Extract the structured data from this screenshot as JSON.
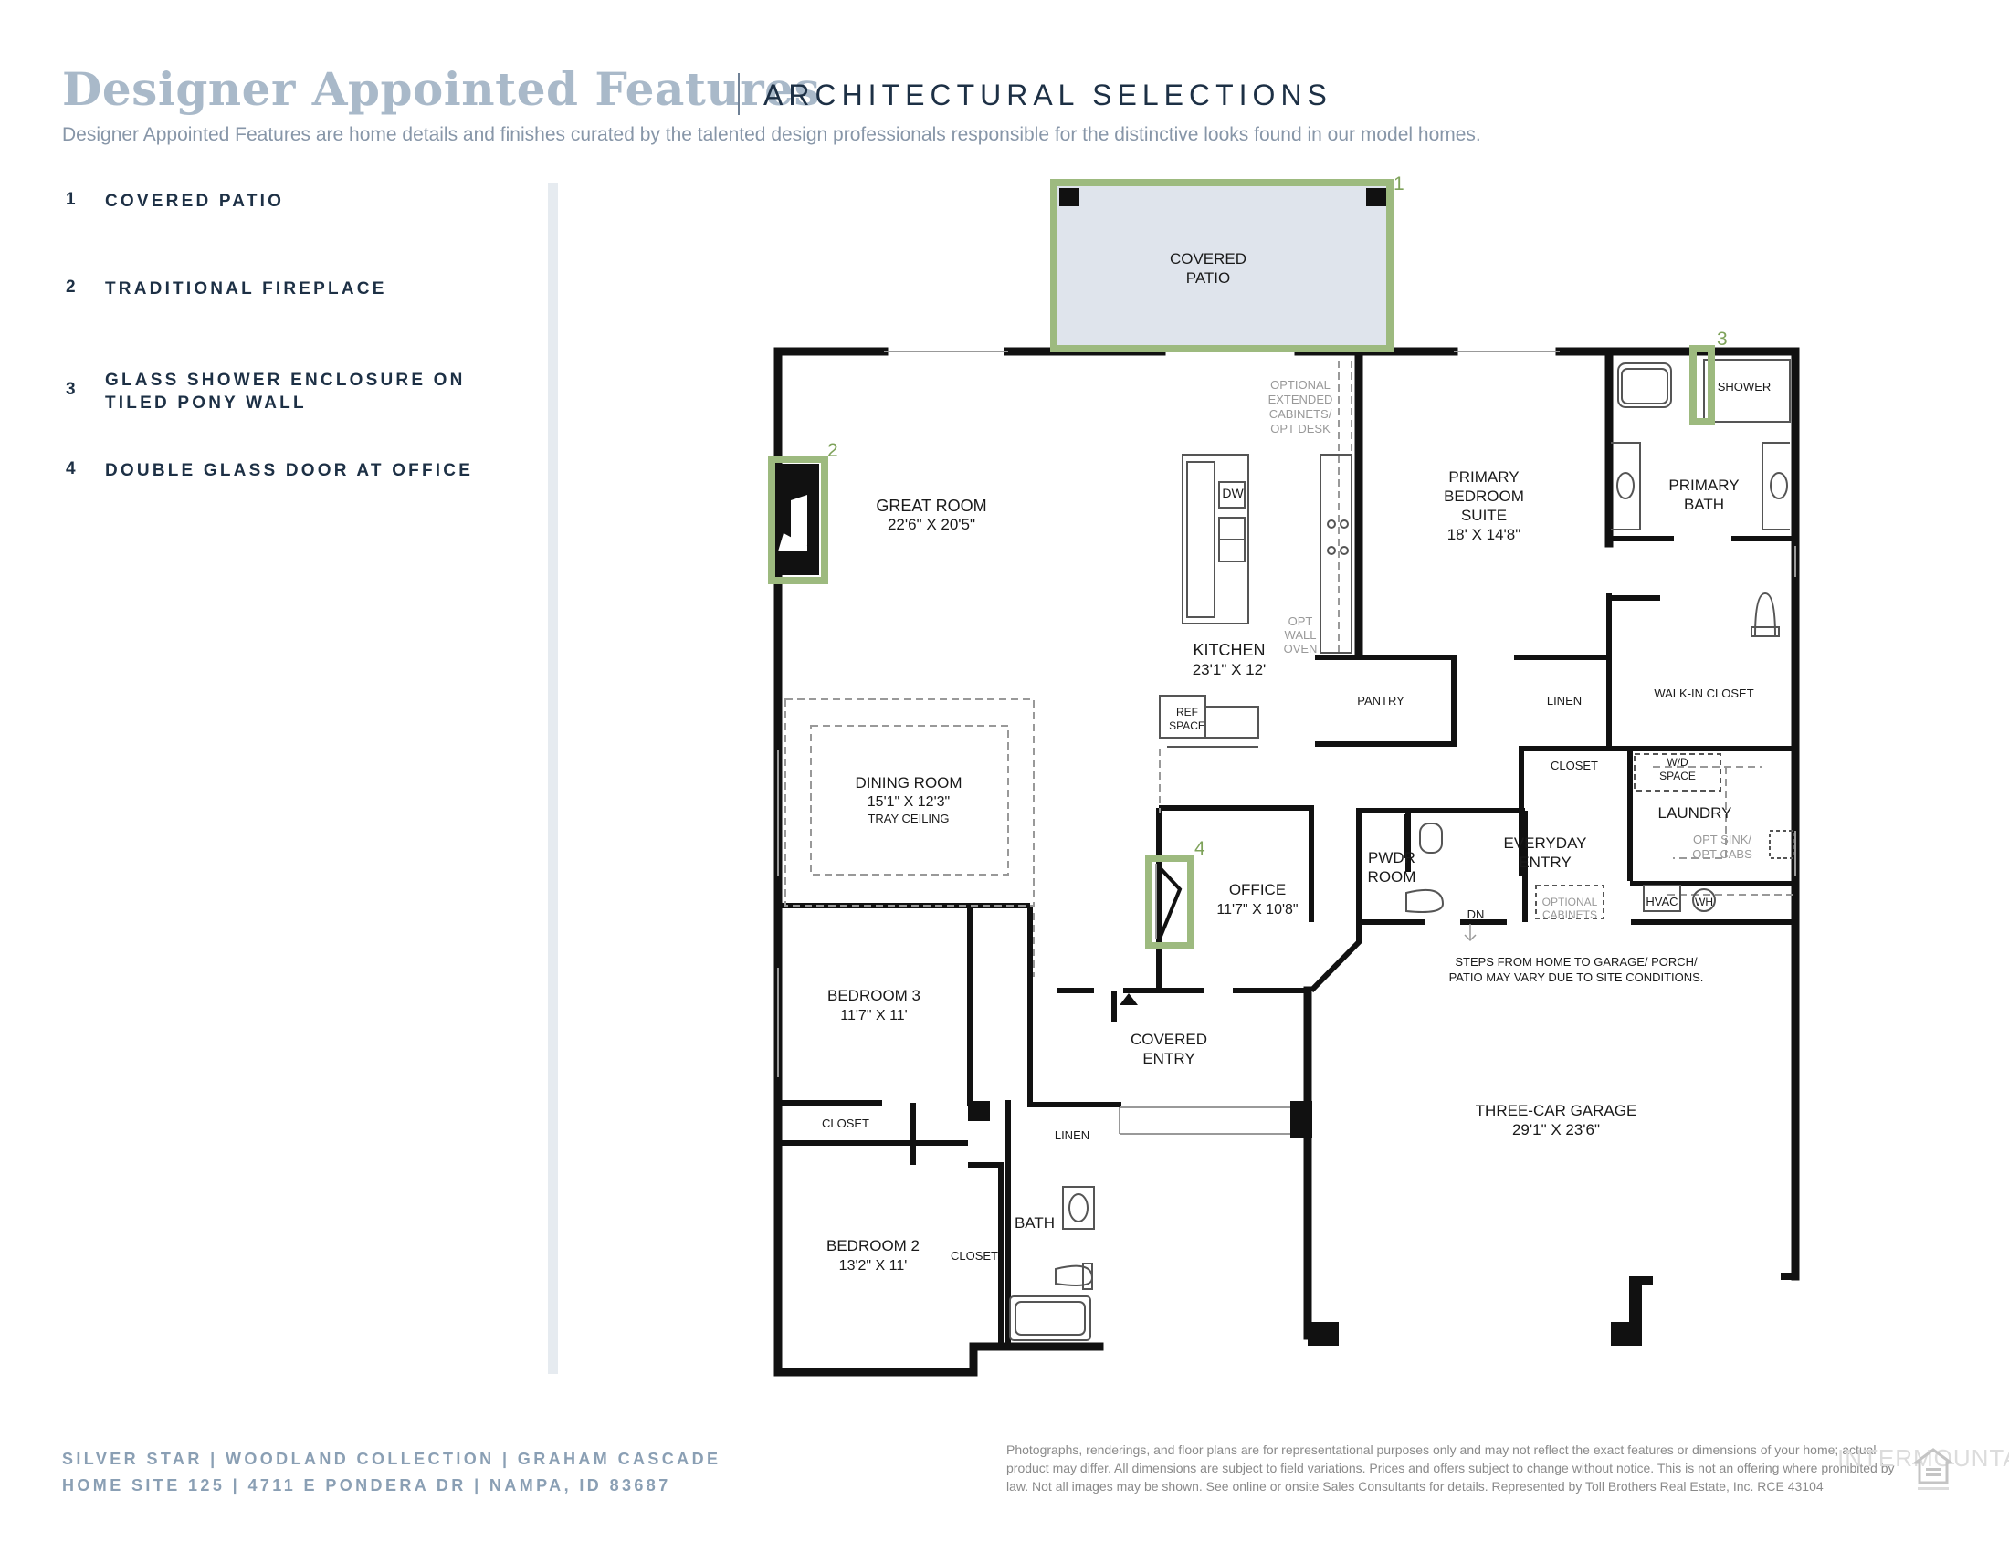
{
  "header": {
    "title": "Designer Appointed Features",
    "subtitle": "ARCHITECTURAL SELECTIONS",
    "description": "Designer Appointed Features are home details and finishes curated by the talented design professionals responsible for the distinctive looks found in our model homes."
  },
  "features": [
    {
      "number": "1",
      "label": "COVERED PATIO"
    },
    {
      "number": "2",
      "label": "TRADITIONAL FIREPLACE"
    },
    {
      "number": "3",
      "label": "GLASS SHOWER ENCLOSURE ON TILED PONY WALL"
    },
    {
      "number": "4",
      "label": "DOUBLE GLASS DOOR AT OFFICE"
    }
  ],
  "plan": {
    "markers": [
      "1",
      "2",
      "3",
      "4"
    ],
    "rooms": {
      "covered_patio": [
        "COVERED",
        "PATIO"
      ],
      "great_room": [
        "GREAT ROOM",
        "22'6\" X 20'5\""
      ],
      "optional_cabinets": [
        "OPTIONAL",
        "EXTENDED",
        "CABINETS/",
        "OPT DESK"
      ],
      "dw": "DW",
      "opt_wall_oven": [
        "OPT",
        "WALL",
        "OVEN"
      ],
      "kitchen": [
        "KITCHEN",
        "23'1\" X 12'"
      ],
      "ref_space": [
        "REF",
        "SPACE"
      ],
      "primary_suite": [
        "PRIMARY",
        "BEDROOM",
        "SUITE",
        "18' X 14'8\""
      ],
      "shower": "SHOWER",
      "primary_bath": [
        "PRIMARY",
        "BATH"
      ],
      "pantry": "PANTRY",
      "linen_primary": "LINEN",
      "walk_in_closet": "WALK-IN CLOSET",
      "dining_room": [
        "DINING ROOM",
        "15'1\" X 12'3\"",
        "TRAY CEILING"
      ],
      "closet_entry": "CLOSET",
      "wd_space": [
        "W/D",
        "SPACE"
      ],
      "laundry": "LAUNDRY",
      "everyday_entry": [
        "EVERYDAY",
        "ENTRY"
      ],
      "opt_sink": [
        "OPT SINK/",
        "OPT CABS"
      ],
      "pwdr_room": [
        "PWDR",
        "ROOM"
      ],
      "office": [
        "OFFICE",
        "11'7\" X 10'8\""
      ],
      "optional_cabinets_entry": [
        "OPTIONAL",
        "CABINETS"
      ],
      "hvac": "HVAC",
      "wh": "WH",
      "dn": "DN",
      "steps_note": [
        "STEPS FROM HOME TO GARAGE/ PORCH/",
        "PATIO MAY VARY DUE TO SITE CONDITIONS."
      ],
      "bedroom3": [
        "BEDROOM 3",
        "11'7\" X 11'"
      ],
      "covered_entry": [
        "COVERED",
        "ENTRY"
      ],
      "closet_bed3": "CLOSET",
      "linen_hall": "LINEN",
      "garage": [
        "THREE-CAR GARAGE",
        "29'1\" X 23'6\""
      ],
      "bath": "BATH",
      "bedroom2": [
        "BEDROOM 2",
        "13'2\" X 11'"
      ],
      "closet_bed2": "CLOSET"
    }
  },
  "footer": {
    "line1": "SILVER STAR  |  WOODLAND COLLECTION  |  GRAHAM CASCADE",
    "line2": "HOME SITE 125  |  4711 E PONDERA DR  |  NAMPA, ID 83687",
    "disclaimer": "Photographs, renderings, and floor plans are for representational purposes only and may not reflect the exact features or dimensions of your home; actual product may differ. All dimensions are subject to field variations. Prices and offers subject to change without notice. This is not an offering where prohibited by law. Not all images may be shown. See online or onsite Sales Consultants for details. Represented by Toll Brothers Real Estate, Inc. RCE 43104",
    "watermark": "INTERMOUNTAIN"
  },
  "colors": {
    "highlight": "#9dba7f",
    "patio_fill": "#dfe4ec",
    "title": "#a9b9c9",
    "navy": "#1d3045",
    "divider": "#e6ebf0",
    "footer": "#8a9fb4"
  },
  "icons": [
    "equal-housing-icon",
    "fireplace-icon",
    "toilet-icon",
    "sink-icon",
    "tub-icon",
    "range-icon",
    "door-swing-icon"
  ]
}
